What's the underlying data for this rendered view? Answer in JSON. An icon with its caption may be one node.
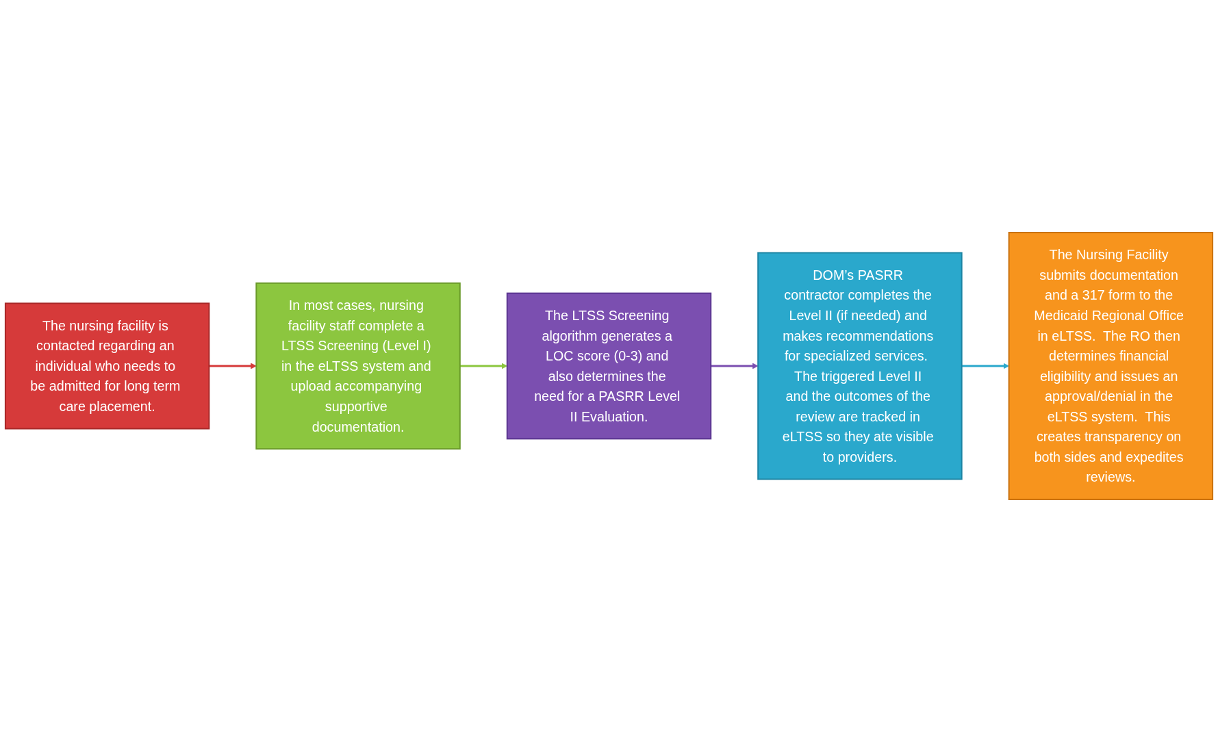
{
  "diagram": {
    "nodes": [
      {
        "text": [
          "The nursing facility is contacted regarding an individual who needs to be admitted for long term care placement."
        ]
      },
      {
        "text": [
          "In most cases, nursing facility staff complete a LTSS Screening (Level I) in the eLTSS system and upload accompanying supportive documentation."
        ]
      },
      {
        "text": [
          "The LTSS Screening algorithm generates a LOC score (0-3) and also determines the need for a PASRR Level II Evaluation."
        ]
      },
      {
        "text": [
          "DOM’s PASRR contractor completes the Level II (if needed) and makes recommendations for specialized services.  The triggered Level II and the outcomes of the review are tracked in eLTSS so they ate visible to providers."
        ]
      },
      {
        "text": [
          "The Nursing Facility submits documentation and a 317 form to the Medicaid Regional Office in eLTSS.  The RO then determines financial eligibility and issues an approval/denial in the eLTSS system.  This creates transparency on both sides and expedites reviews."
        ]
      }
    ],
    "edges": [
      {
        "from": 0,
        "to": 1,
        "arrow": "to",
        "color": "#d63a3a"
      },
      {
        "from": 1,
        "to": 2,
        "arrow": "to",
        "color": "#8cc63f"
      },
      {
        "from": 2,
        "to": 3,
        "arrow": "to",
        "color": "#7b4fb0"
      },
      {
        "from": 3,
        "to": 4,
        "arrow": "to",
        "color": "#2aa8cc"
      }
    ]
  }
}
